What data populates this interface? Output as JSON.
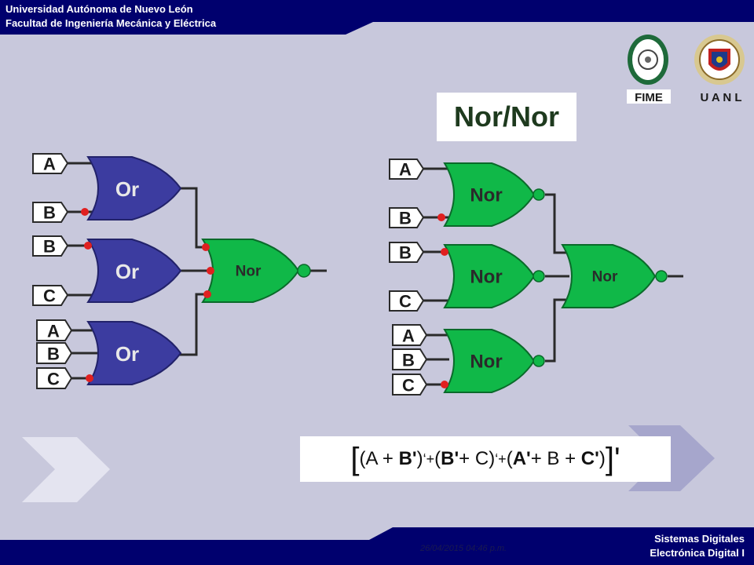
{
  "header": {
    "line1": "Universidad Autónoma de Nuevo León",
    "line2": "Facultad de Ingeniería Mecánica y Eléctrica"
  },
  "footer": {
    "date": "26/04/2015 04:46 p.m.",
    "course1": "Sistemas Digitales",
    "course2": "Electrónica Digital I"
  },
  "logos": {
    "left": "FIME",
    "right": "U A N L"
  },
  "title": "Nor/Nor",
  "left_circuit": {
    "inputs": [
      "A",
      "B",
      "B",
      "C",
      "A",
      "B",
      "C"
    ],
    "gates": [
      "Or",
      "Or",
      "Or"
    ],
    "output_gate": "Nor"
  },
  "right_circuit": {
    "inputs": [
      "A",
      "B",
      "B",
      "C",
      "A",
      "B",
      "C"
    ],
    "gates": [
      "Nor",
      "Nor",
      "Nor"
    ],
    "output_gate": "Nor"
  },
  "formula": {
    "open": "[",
    "t1a": "(A + ",
    "t1b": "B'",
    "t1c": ")",
    "op1": "‘+",
    "t2a": "(",
    "t2b": "B'",
    "t2c": "+ C)",
    "op2": "‘+",
    "t3a": "(",
    "t3b": "A'",
    "t3c": "+ B + ",
    "t3d": "C'",
    "t3e": ")",
    "close": "]'"
  },
  "colors": {
    "navy": "#00006e",
    "or_gate": "#3c3ca0",
    "nor_gate": "#10b848",
    "bubble_red": "#e02020",
    "background": "#c8c8dc"
  }
}
